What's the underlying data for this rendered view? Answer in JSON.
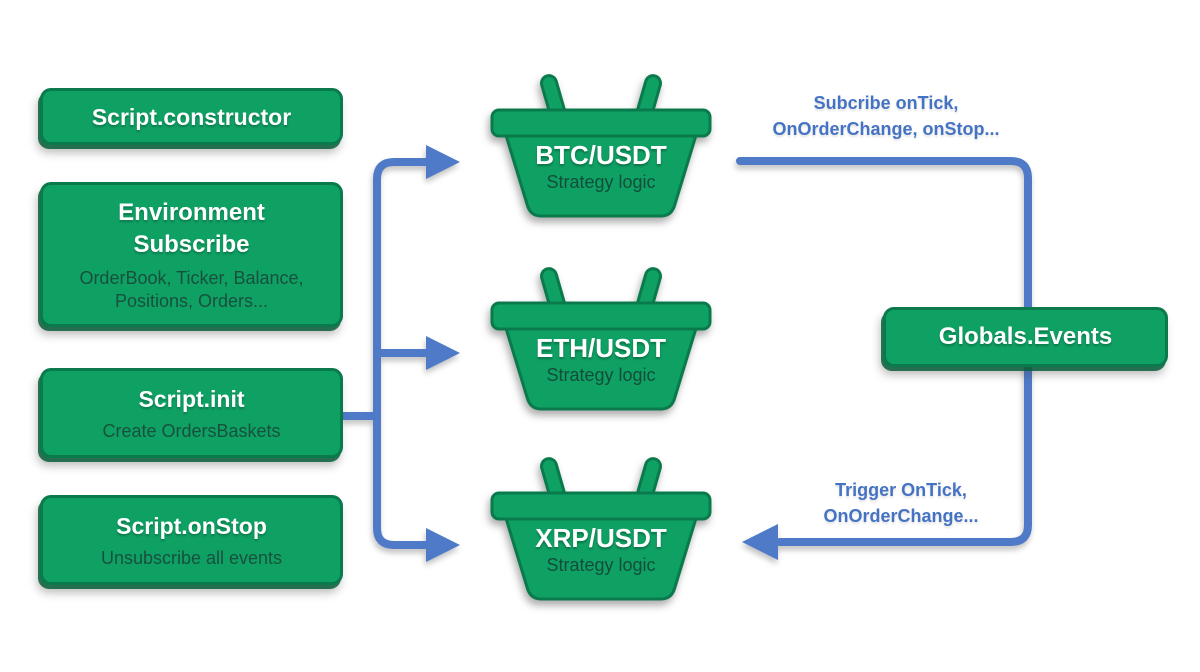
{
  "colors": {
    "green": "#0FA164",
    "green_border": "#0A7A4C",
    "dark_green_text": "#17503C",
    "blue": "#4E7AC7"
  },
  "left_boxes": {
    "constructor": {
      "title": "Script.constructor"
    },
    "environment": {
      "title_line1": "Environment",
      "title_line2": "Subscribe",
      "subtitle_line1": "OrderBook, Ticker, Balance,",
      "subtitle_line2": "Positions, Orders..."
    },
    "init": {
      "title": "Script.init",
      "subtitle": "Create OrdersBaskets"
    },
    "onstop": {
      "title": "Script.onStop",
      "subtitle": "Unsubscribe all events"
    }
  },
  "baskets": [
    {
      "pair": "BTC/USDT",
      "caption": "Strategy logic"
    },
    {
      "pair": "ETH/USDT",
      "caption": "Strategy logic"
    },
    {
      "pair": "XRP/USDT",
      "caption": "Strategy logic"
    }
  ],
  "globals_box": {
    "title": "Globals.Events"
  },
  "annotations": {
    "subscribe_line1": "Subcribe onTick,",
    "subscribe_line2": "OnOrderChange, onStop...",
    "trigger_line1": "Trigger OnTick,",
    "trigger_line2": "OnOrderChange..."
  }
}
